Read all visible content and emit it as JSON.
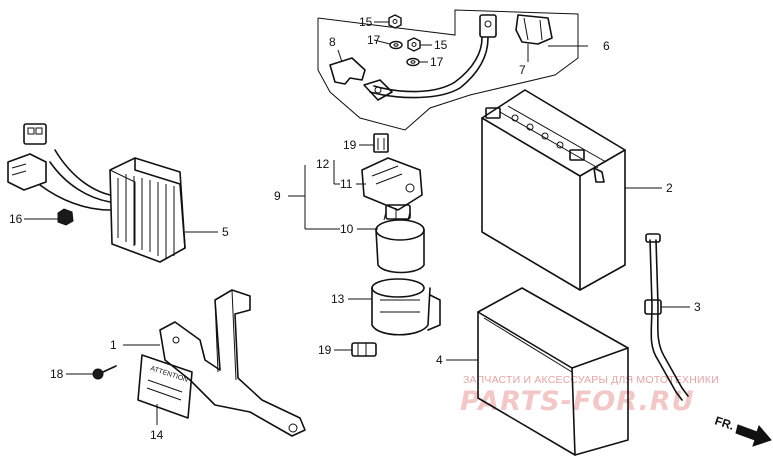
{
  "diagram": {
    "callouts": [
      "1",
      "2",
      "3",
      "4",
      "5",
      "6",
      "7",
      "8",
      "9",
      "10",
      "11",
      "12",
      "13",
      "14",
      "15",
      "15",
      "16",
      "17",
      "17",
      "18",
      "19",
      "19"
    ],
    "tag_text": "ATTENTION",
    "direction_label": "FR.",
    "watermark": {
      "tagline": "ЗАПЧАСТИ И АКСЕССУАРЫ ДЛЯ МОТОТЕХНИКИ",
      "brand": "PARTS-FOR.RU"
    }
  }
}
